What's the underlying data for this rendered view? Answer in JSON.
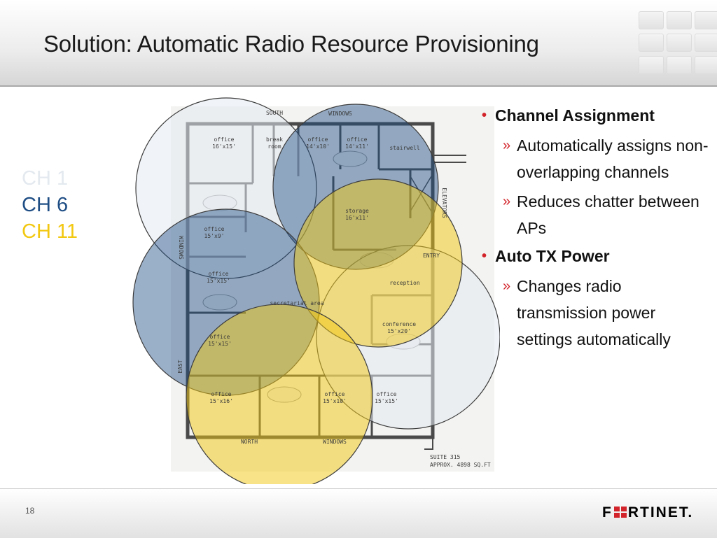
{
  "slide": {
    "title": "Solution: Automatic Radio Resource Provisioning",
    "page_number": "18"
  },
  "legend": {
    "ch1": {
      "label": "CH 1",
      "color": "#e8eef4"
    },
    "ch6": {
      "label": "CH 6",
      "color": "#1f4e85"
    },
    "ch11": {
      "label": "CH 11",
      "color": "#f2c811"
    }
  },
  "floor_plan": {
    "labels": {
      "south": "SOUTH",
      "windows_top": "WINDOWS",
      "office_a": "office",
      "office_a_size": "16'x15'",
      "break_room_1": "break",
      "break_room_2": "room",
      "office_b": "office",
      "office_b_size": "14'x10'",
      "office_c": "office",
      "office_c_size": "14'x11'",
      "stairwell": "stairwell",
      "elevators": "ELEVATORS",
      "storage": "storage",
      "storage_size": "16'x11'",
      "entry": "ENTRY",
      "office_d": "office",
      "office_d_size": "15'x9'",
      "windows_left": "WINDOWS",
      "office_e": "office",
      "office_e_size": "15'x15'",
      "reception": "reception",
      "secretarial": "secretarial area",
      "conference": "conference",
      "conference_size": "15'x20'",
      "office_f": "office",
      "office_f_size": "15'x15'",
      "east": "EAST",
      "office_g": "office",
      "office_g_size": "15'x16'",
      "office_h": "office",
      "office_h_size": "15'x10'",
      "office_i": "office",
      "office_i_size": "15'x15'",
      "north": "NORTH",
      "windows_bottom": "WINDOWS",
      "suite": "SUITE 315",
      "area": "APPROX. 4898 SQ.FT"
    }
  },
  "bullets": [
    {
      "title": "Channel Assignment",
      "subs": [
        "Automatically assigns non-overlapping channels",
        "Reduces chatter between APs"
      ]
    },
    {
      "title": "Auto TX Power",
      "subs": [
        "Changes radio transmission power settings automatically"
      ]
    }
  ],
  "brand": {
    "name_left": "F",
    "name_right": "RTINET."
  }
}
